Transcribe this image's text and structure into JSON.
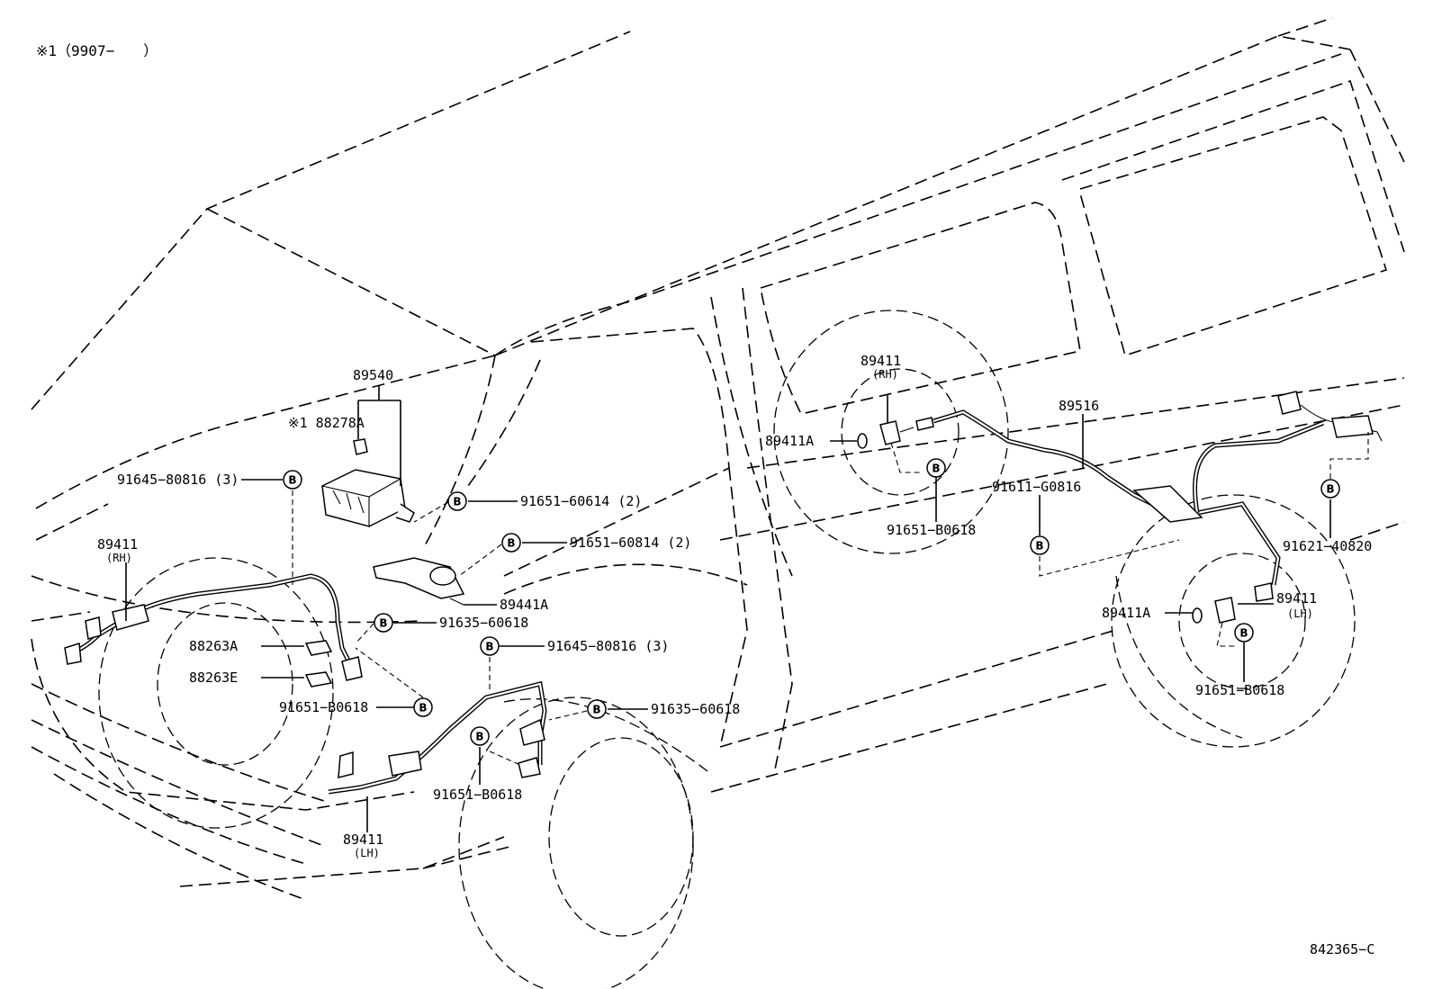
{
  "header": {
    "note": "※1（9907−　　）"
  },
  "footer": {
    "code": "842365−C"
  },
  "bolt_symbol": "B",
  "callouts": {
    "abs_computer": "89540",
    "relay_note": "※1 88278A",
    "bolt_91645_top_left": "91645−80816 (3)",
    "bolt_91651_60614": "91651−60614 (2)",
    "bolt_91651_60814": "91651−60814 (2)",
    "sensor_front_rh": "89411",
    "sensor_front_rh_side": "(RH)",
    "sensor_89441a": "89441A",
    "bolt_91635_upper": "91635−60618",
    "relay_88263a": "88263A",
    "relay_88263e": "88263E",
    "bolt_91645_mid": "91645−80816 (3)",
    "bolt_91651_b0618_front": "91651−B0618",
    "bolt_91635_lower": "91635−60618",
    "bolt_91651_b0618_lower": "91651−B0618",
    "sensor_front_lh": "89411",
    "sensor_front_lh_side": "(LH)",
    "sensor_rear_rh": "89411",
    "sensor_rear_rh_side": "(RH)",
    "oring_rear_rh": "89411A",
    "bolt_91651_b0618_rear_rh": "91651−B0618",
    "wire_89516": "89516",
    "bolt_91611": "91611−G0816",
    "bolt_91621": "91621−40820",
    "oring_rear_lh": "89411A",
    "sensor_rear_lh": "89411",
    "sensor_rear_lh_side": "(LH)",
    "bolt_91651_b0618_rear_lh": "91651−B0618"
  }
}
